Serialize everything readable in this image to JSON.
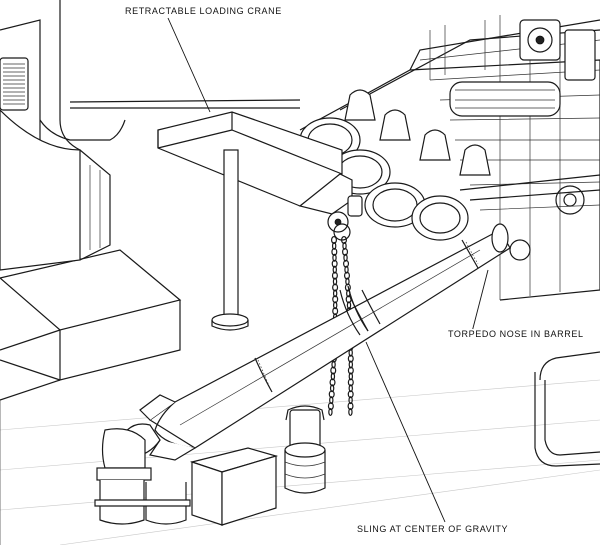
{
  "labels": {
    "crane": "RETRACTABLE LOADING CRANE",
    "nose": "TORPEDO NOSE IN BARREL",
    "sling": "SLING AT CENTER OF GRAVITY"
  }
}
